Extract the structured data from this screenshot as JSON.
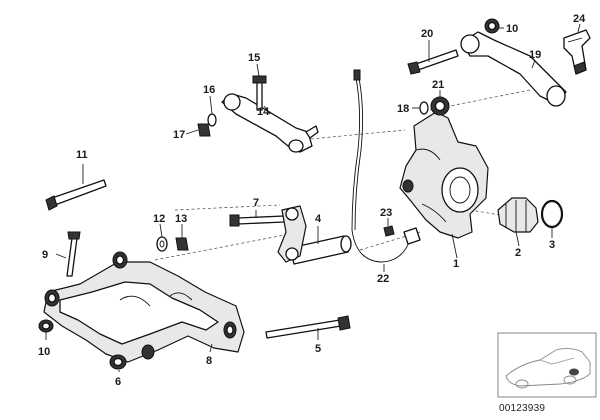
{
  "labels": {
    "p1": "1",
    "p2": "2",
    "p3": "3",
    "p4": "4",
    "p5": "5",
    "p6": "6",
    "p7": "7",
    "p8": "8",
    "p9": "9",
    "p10a": "10",
    "p10b": "10",
    "p11": "11",
    "p12": "12",
    "p13": "13",
    "p14": "14",
    "p15": "15",
    "p16": "16",
    "p17": "17",
    "p18": "18",
    "p19": "19",
    "p20": "20",
    "p21": "21",
    "p22": "22",
    "p23": "23",
    "p24": "24"
  },
  "doc_id": "00123939"
}
